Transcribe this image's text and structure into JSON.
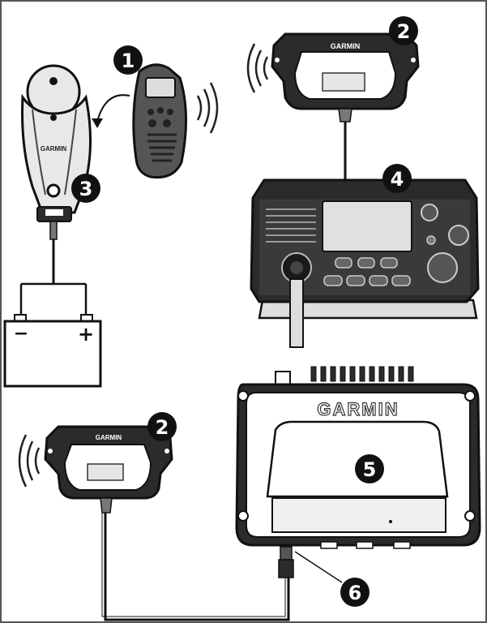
{
  "brand": {
    "text": "GARMIN",
    "color": "#222222"
  },
  "callouts": [
    {
      "id": "1",
      "text": "1",
      "part": "handheld-mic"
    },
    {
      "id": "2a",
      "text": "2",
      "part": "wireless-access-point-top"
    },
    {
      "id": "3",
      "text": "3",
      "part": "charging-cradle"
    },
    {
      "id": "4",
      "text": "4",
      "part": "vhf-radio"
    },
    {
      "id": "2b",
      "text": "2",
      "part": "wireless-access-point-bottom"
    },
    {
      "id": "5",
      "text": "5",
      "part": "black-box-unit"
    },
    {
      "id": "6",
      "text": "6",
      "part": "cable-connector"
    }
  ],
  "battery": {
    "negative": "−",
    "positive": "+"
  },
  "colors": {
    "outline": "#111111",
    "fill_dark": "#2b2b2b",
    "fill_mid": "#6e6e6e",
    "fill_light": "#d9d9d9",
    "callout": "#111111"
  }
}
